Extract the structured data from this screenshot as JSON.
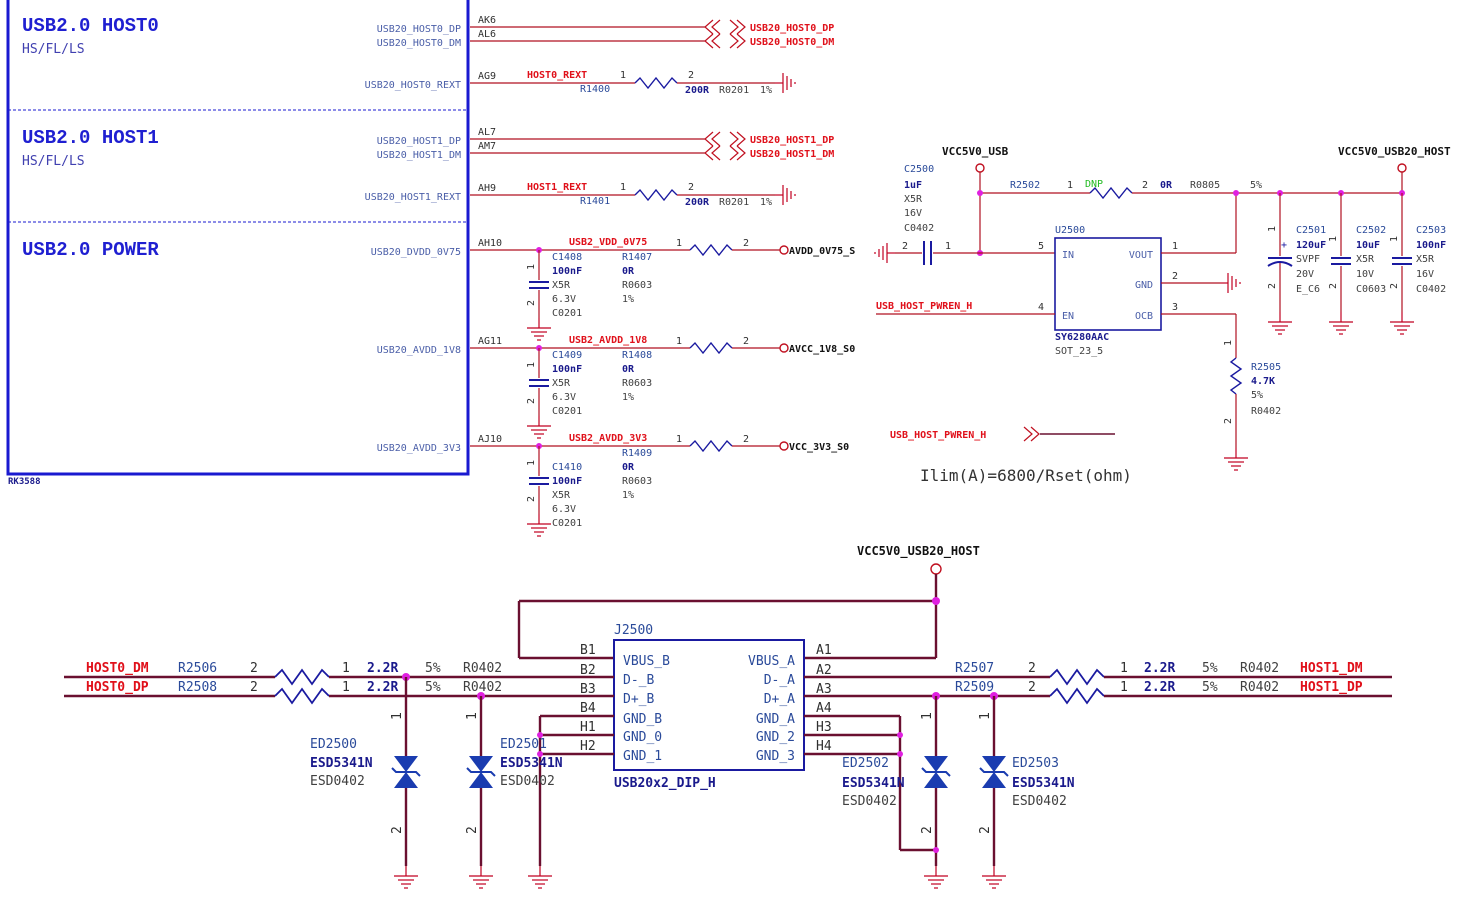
{
  "rk_block": {
    "sections": [
      {
        "title": "USB2.0 HOST0",
        "subtitle": "HS/FL/LS"
      },
      {
        "title": "USB2.0 HOST1",
        "subtitle": "HS/FL/LS"
      },
      {
        "title": "USB2.0 POWER",
        "subtitle": ""
      }
    ],
    "part_label": "RK3588",
    "pins": [
      {
        "name": "USB20_HOST0_DP",
        "ball": "AK6"
      },
      {
        "name": "USB20_HOST0_DM",
        "ball": "AL6"
      },
      {
        "name": "USB20_HOST0_REXT",
        "ball": "AG9"
      },
      {
        "name": "USB20_HOST1_DP",
        "ball": "AL7"
      },
      {
        "name": "USB20_HOST1_DM",
        "ball": "AM7"
      },
      {
        "name": "USB20_HOST1_REXT",
        "ball": "AH9"
      },
      {
        "name": "USB20_DVDD_0V75",
        "ball": "AH10"
      },
      {
        "name": "USB20_AVDD_1V8",
        "ball": "AG11"
      },
      {
        "name": "USB20_AVDD_3V3",
        "ball": "AJ10"
      }
    ]
  },
  "offpage": [
    {
      "net": "USB20_HOST0_DP"
    },
    {
      "net": "USB20_HOST0_DM"
    },
    {
      "net": "USB20_HOST1_DP"
    },
    {
      "net": "USB20_HOST1_DM"
    },
    {
      "net": "USB_HOST_PWREN_H"
    }
  ],
  "rext": [
    {
      "net": "HOST0_REXT",
      "ref": "R1400",
      "value": "200R",
      "pkg": "R0201",
      "tol": "1%",
      "p1": "1",
      "p2": "2"
    },
    {
      "net": "HOST1_REXT",
      "ref": "R1401",
      "value": "200R",
      "pkg": "R0201",
      "tol": "1%",
      "p1": "1",
      "p2": "2"
    }
  ],
  "power_rails": [
    {
      "net": "USB2_VDD_0V75",
      "cap_ref": "C1408",
      "cap_val": "100nF",
      "cap_diel": "X5R",
      "cap_volt": "6.3V",
      "cap_pkg": "C0201",
      "res_ref": "R1407",
      "res_val": "0R",
      "res_pkg": "R0603",
      "res_tol": "1%",
      "out": "AVDD_0V75_S",
      "p1": "1",
      "p2": "2"
    },
    {
      "net": "USB2_AVDD_1V8",
      "cap_ref": "C1409",
      "cap_val": "100nF",
      "cap_diel": "X5R",
      "cap_volt": "6.3V",
      "cap_pkg": "C0201",
      "res_ref": "R1408",
      "res_val": "0R",
      "res_pkg": "R0603",
      "res_tol": "1%",
      "out": "AVCC_1V8_S0",
      "p1": "1",
      "p2": "2"
    },
    {
      "net": "USB2_AVDD_3V3",
      "cap_ref": "C1410",
      "cap_val": "100nF",
      "cap_diel": "X5R",
      "cap_volt": "6.3V",
      "cap_pkg": "C0201",
      "res_ref": "R1409",
      "res_val": "0R",
      "res_pkg": "R0603",
      "res_tol": "1%",
      "out": "VCC_3V3_S0",
      "p1": "1",
      "p2": "2"
    }
  ],
  "switch": {
    "vin": "VCC5V0_USB",
    "vout": "VCC5V0_USB20_HOST",
    "cin": {
      "ref": "C2500",
      "val": "1uF",
      "diel": "X5R",
      "volt": "16V",
      "pkg": "C0402"
    },
    "rsense": {
      "ref": "R2502",
      "mark": "DNP",
      "val": "0R",
      "pkg": "R0805",
      "tol": "5%"
    },
    "ic": {
      "ref": "U2500",
      "part": "SY6280AAC",
      "pkg": "SOT_23_5",
      "pins": [
        {
          "name": "IN",
          "num": "5"
        },
        {
          "name": "EN",
          "num": "4"
        },
        {
          "name": "VOUT",
          "num": "1"
        },
        {
          "name": "GND",
          "num": "2"
        },
        {
          "name": "OCB",
          "num": "3"
        }
      ]
    },
    "enable_net": "USB_HOST_PWREN_H",
    "rset": {
      "ref": "R2505",
      "val": "4.7K",
      "tol": "5%",
      "pkg": "R0402"
    },
    "outcaps": [
      {
        "ref": "C2501",
        "val": "120uF",
        "diel": "SVPF",
        "volt": "20V",
        "pkg": "E_C6"
      },
      {
        "ref": "C2502",
        "val": "10uF",
        "diel": "X5R",
        "volt": "10V",
        "pkg": "C0603"
      },
      {
        "ref": "C2503",
        "val": "100nF",
        "diel": "X5R",
        "volt": "16V",
        "pkg": "C0402"
      }
    ],
    "formula": "Ilim(A)=6800/Rset(ohm)"
  },
  "connector": {
    "vbus": "VCC5V0_USB20_HOST",
    "ref": "J2500",
    "part": "USB20x2_DIP_H",
    "left_pins": [
      {
        "num": "B1",
        "name": ""
      },
      {
        "num": "B2",
        "name": "VBUS_B"
      },
      {
        "num": "B3",
        "name": "D-_B"
      },
      {
        "num": "B4",
        "name": "D+_B"
      },
      {
        "num": "H1",
        "name": "GND_B"
      },
      {
        "num": "H2",
        "name": "GND_0"
      },
      {
        "num": "",
        "name": "GND_1"
      }
    ],
    "right_pins": [
      {
        "num": "A1",
        "name": ""
      },
      {
        "num": "A2",
        "name": "VBUS_A"
      },
      {
        "num": "A3",
        "name": "D-_A"
      },
      {
        "num": "A4",
        "name": "D+_A"
      },
      {
        "num": "H3",
        "name": "GND_A"
      },
      {
        "num": "H4",
        "name": "GND_2"
      },
      {
        "num": "",
        "name": "GND_3"
      }
    ],
    "left_nets": [
      {
        "net": "HOST0_DM",
        "ref": "R2506",
        "val": "2.2R",
        "tol": "5%",
        "pkg": "R0402",
        "p1": "2",
        "p2": "1"
      },
      {
        "net": "HOST0_DP",
        "ref": "R2508",
        "val": "2.2R",
        "tol": "5%",
        "pkg": "R0402",
        "p1": "2",
        "p2": "1"
      }
    ],
    "right_nets": [
      {
        "net": "HOST1_DM",
        "ref": "R2507",
        "val": "2.2R",
        "tol": "5%",
        "pkg": "R0402",
        "p1": "2",
        "p2": "1"
      },
      {
        "net": "HOST1_DP",
        "ref": "R2509",
        "val": "2.2R",
        "tol": "5%",
        "pkg": "R0402",
        "p1": "2",
        "p2": "1"
      }
    ],
    "esd": [
      {
        "ref": "ED2500",
        "part": "ESD5341N",
        "pkg": "ESD0402",
        "p1": "1",
        "p2": "2"
      },
      {
        "ref": "ED2501",
        "part": "ESD5341N",
        "pkg": "ESD0402",
        "p1": "1",
        "p2": "2"
      },
      {
        "ref": "ED2502",
        "part": "ESD5341N",
        "pkg": "ESD0402",
        "p1": "1",
        "p2": "2"
      },
      {
        "ref": "ED2503",
        "part": "ESD5341N",
        "pkg": "ESD0402",
        "p1": "1",
        "p2": "2"
      }
    ]
  }
}
